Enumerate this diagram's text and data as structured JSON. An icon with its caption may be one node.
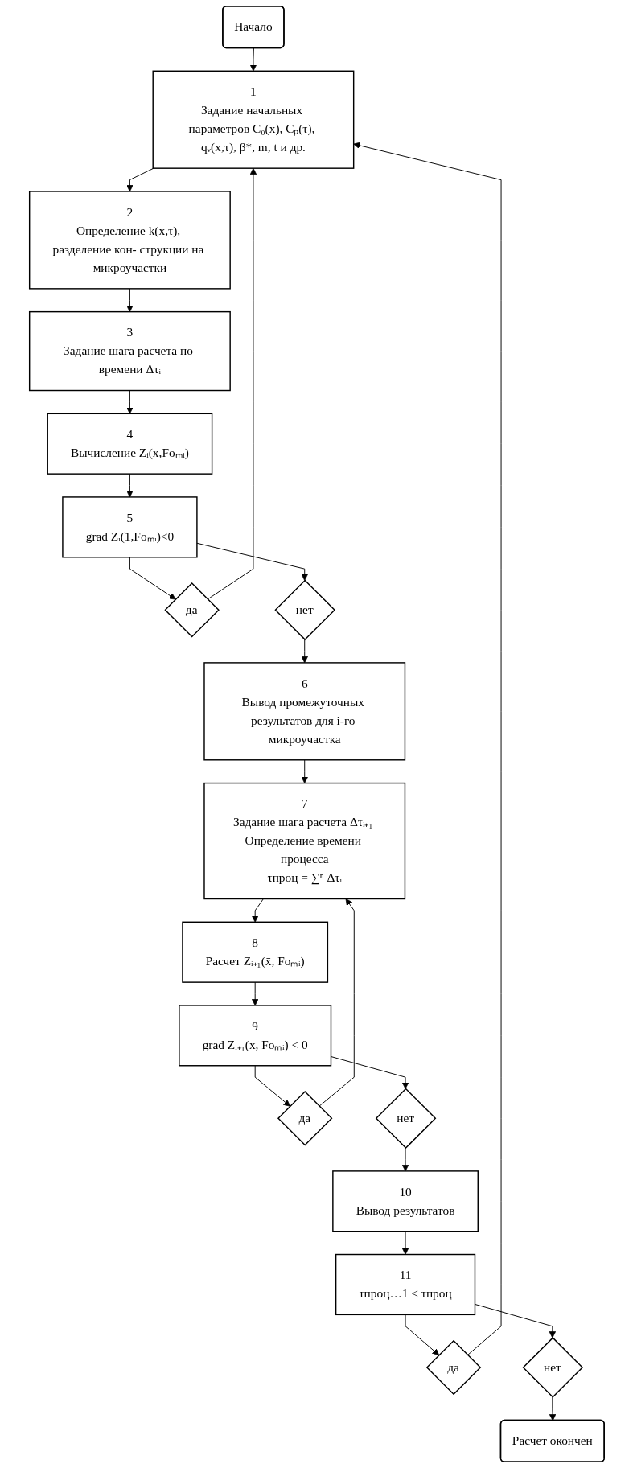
{
  "diagram": {
    "nodes": [
      {
        "text": [
          "Начало"
        ]
      },
      {
        "text": [
          "1",
          "Задание начальных параметров C₀(x), Cₚ(τ), qᵥ(x,τ), β*, m, t и др."
        ]
      },
      {
        "text": [
          "2",
          "Определение k(x,τ), разделение кон- струкции на микроучастки"
        ]
      },
      {
        "text": [
          "3",
          "Задание шага расчета по времени Δτᵢ"
        ]
      },
      {
        "text": [
          "4",
          "Вычисление Zᵢ(x̄,Foₘᵢ)"
        ]
      },
      {
        "text": [
          "5",
          "grad Zᵢ(1,Foₘᵢ)<0"
        ]
      },
      {
        "text": [
          "да"
        ]
      },
      {
        "text": [
          "нет"
        ]
      },
      {
        "text": [
          "6",
          "Вывод промежуточных результатов для i-го микроучастка"
        ]
      },
      {
        "text": [
          "7",
          "Задание шага расчета Δτᵢ₊₁ Определение времени процесса",
          "τпроц = ∑ⁿ Δτᵢ"
        ]
      },
      {
        "text": [
          "8",
          "Расчет Zᵢ₊₁(x̄, Foₘᵢ)"
        ]
      },
      {
        "text": [
          "9",
          "grad Zᵢ₊₁(x̄, Foₘᵢ) < 0"
        ]
      },
      {
        "text": [
          "да"
        ]
      },
      {
        "text": [
          "нет"
        ]
      },
      {
        "text": [
          "10",
          "Вывод результатов"
        ]
      },
      {
        "text": [
          "11",
          "τпроц…1 < τпроц"
        ]
      },
      {
        "text": [
          "да"
        ]
      },
      {
        "text": [
          "нет"
        ]
      },
      {
        "text": [
          "Расчет окончен"
        ]
      }
    ],
    "edges": [
      {
        "from": 0,
        "to": 1,
        "arrow": "to"
      },
      {
        "from": 1,
        "to": 2,
        "arrow": "to"
      },
      {
        "from": 2,
        "to": 3,
        "arrow": "to"
      },
      {
        "from": 3,
        "to": 4,
        "arrow": "to"
      },
      {
        "from": 4,
        "to": 5,
        "arrow": "to"
      },
      {
        "from": 5,
        "to": 6,
        "arrow": "to"
      },
      {
        "from": 6,
        "to": 1,
        "arrow": "to"
      },
      {
        "from": 5,
        "to": 7,
        "arrow": "to"
      },
      {
        "from": 7,
        "to": 8,
        "arrow": "to"
      },
      {
        "from": 8,
        "to": 9,
        "arrow": "to"
      },
      {
        "from": 9,
        "to": 10,
        "arrow": "to"
      },
      {
        "from": 10,
        "to": 11,
        "arrow": "to"
      },
      {
        "from": 11,
        "to": 12,
        "arrow": "to"
      },
      {
        "from": 12,
        "to": 9,
        "arrow": "to"
      },
      {
        "from": 11,
        "to": 13,
        "arrow": "to"
      },
      {
        "from": 13,
        "to": 14,
        "arrow": "to"
      },
      {
        "from": 14,
        "to": 15,
        "arrow": "to"
      },
      {
        "from": 15,
        "to": 16,
        "arrow": "to"
      },
      {
        "from": 16,
        "to": 1,
        "arrow": "to"
      },
      {
        "from": 15,
        "to": 17,
        "arrow": "to"
      },
      {
        "from": 17,
        "to": 18,
        "arrow": "to"
      }
    ]
  }
}
